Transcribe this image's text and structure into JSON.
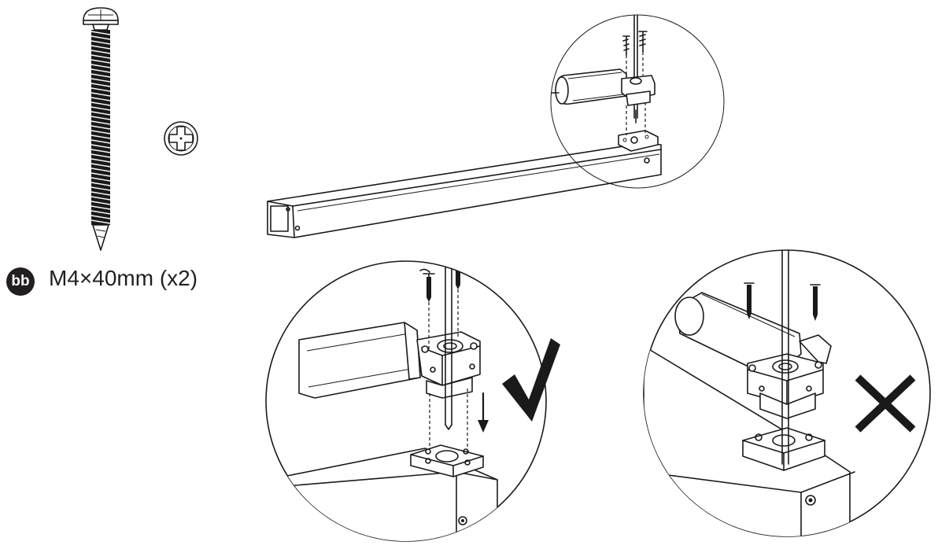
{
  "hardware": {
    "badge": "bb",
    "spec": "M4×40mm (x2)"
  },
  "steps": [
    {
      "name": "overview",
      "description_shown": false
    },
    {
      "name": "correct-assembly",
      "mark": "check"
    },
    {
      "name": "incorrect-assembly",
      "mark": "cross"
    }
  ],
  "colors": {
    "ink": "#1a1a1a",
    "paper": "#ffffff"
  },
  "icons": [
    "screw-icon",
    "screw-head-icon",
    "checkmark-icon",
    "cross-icon",
    "down-arrow-icon"
  ]
}
